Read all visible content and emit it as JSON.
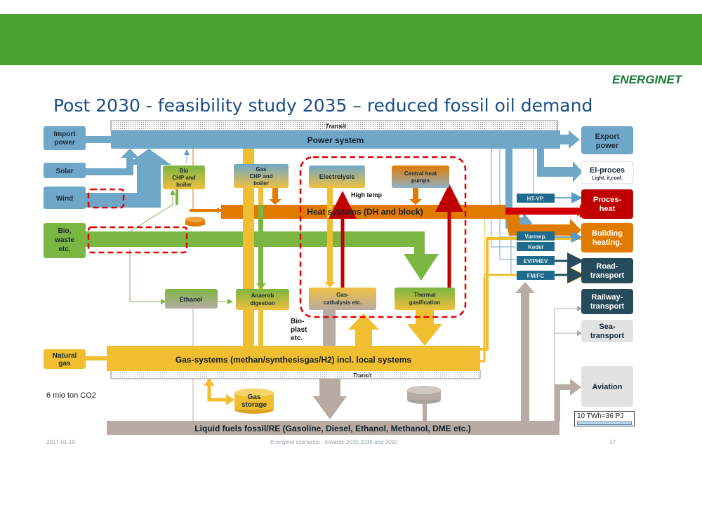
{
  "header": {
    "brand": "ENERGINET"
  },
  "slide": {
    "title": "Post 2030 - feasibility study 2035 – reduced fossil oil demand",
    "co2_note": "6 mio ton CO2",
    "scale_label": "10 TWh=36 PJ",
    "footer": {
      "date": "2017-01-19",
      "source": "Energinet scenarios - towards 2030,2035 and 2050",
      "page": "17"
    }
  },
  "diagram": {
    "transit_top": "Transit",
    "transit_bottom": "Transit",
    "power_system": "Power system",
    "heat_systems": "Heat systems (DH and block)",
    "gas_systems": "Gas-systems (methan/synthesisgas/H2) incl. local systems",
    "liquid_fuels": "Liquid fuels fossil/RE (Gasoline, Diesel, Ethanol, Methanol, DME etc.)",
    "high_temp": "High temp",
    "bioplast": [
      "Bio-",
      "plast",
      "etc."
    ],
    "inputs": {
      "import": [
        "Import",
        "power"
      ],
      "solar": [
        "Solar"
      ],
      "wind": [
        "Wind"
      ],
      "bio": [
        "Bio,",
        "waste",
        "etc."
      ],
      "natgas": [
        "Natural",
        "gas"
      ]
    },
    "converters": {
      "bio_chp": [
        "Bio",
        "CHP and",
        "boiler"
      ],
      "gas_chp": [
        "Gas",
        "CHP and",
        "boiler"
      ],
      "electrolysis": [
        "Electrolysis"
      ],
      "heat_pumps": [
        "Central heat",
        "pumps"
      ],
      "ethanol": [
        "Ethanol"
      ],
      "anaerob": [
        "Anaerob",
        "digestion"
      ],
      "gas_cathalysis": [
        "Gas-",
        "cathalysis etc."
      ],
      "thermal_gas": [
        "Thermal",
        "gasification"
      ],
      "gas_storage": [
        "Gas",
        "storage"
      ]
    },
    "small_labels": {
      "ht_vp": "HT-VP.",
      "varmep": "Varmep.",
      "kedel": "Kedel",
      "ev_phev": "EV/PHEV",
      "fm_fc": "FM/FC"
    },
    "outputs": {
      "export": [
        "Export",
        "power"
      ],
      "el_proces": [
        "El-proces",
        "Light, it,cool."
      ],
      "proces_heat": [
        "Proces-",
        "heat"
      ],
      "building": [
        "Building",
        "heating."
      ],
      "road": [
        "Road-",
        "transport"
      ],
      "railway": [
        "Railway-",
        "transport"
      ],
      "sea": [
        "Sea-",
        "transport"
      ],
      "aviation": [
        "Aviation"
      ]
    },
    "colors": {
      "power": "#6fa7c9",
      "heat": "#e07b00",
      "gas": "#f0be2e",
      "bio": "#7bb542",
      "liquid": "#b7aba3",
      "red": "#d00000",
      "dark": "#264b5a",
      "band": "#4aa22f"
    }
  }
}
